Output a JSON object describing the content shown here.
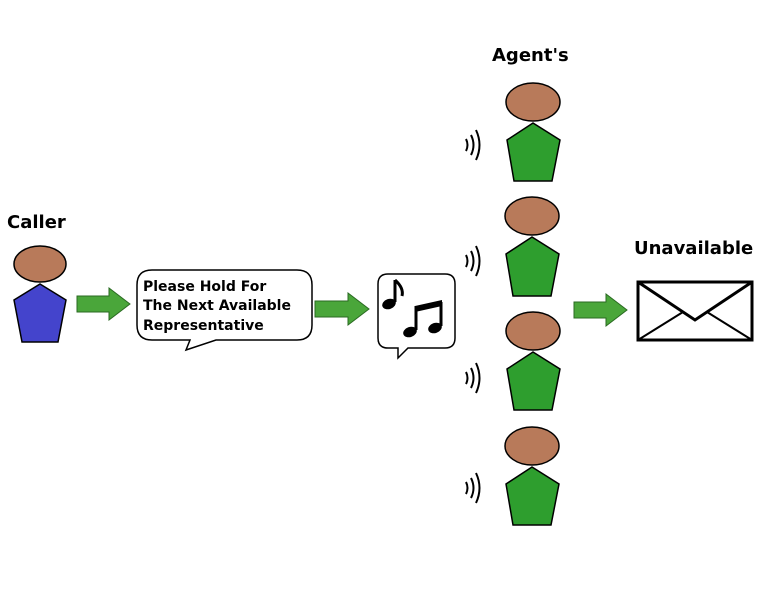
{
  "labels": {
    "caller": "Caller",
    "agents": "Agent's",
    "unavailable": "Unavailable"
  },
  "hold_bubble": {
    "line1": "Please Hold For",
    "line2": "The Next Available",
    "line3": "Representative"
  },
  "icons": {
    "caller": "caller-person-icon",
    "music": "music-notes-icon",
    "envelope": "voicemail-envelope-icon",
    "sound": "ringing-sound-waves-icon",
    "arrow": "flow-arrow-icon"
  },
  "colors": {
    "caller_body": "#4444cc",
    "agent_body": "#2e9e2e",
    "head": "#b87a5a",
    "arrow": "#4aa63a",
    "outline": "#000000"
  }
}
